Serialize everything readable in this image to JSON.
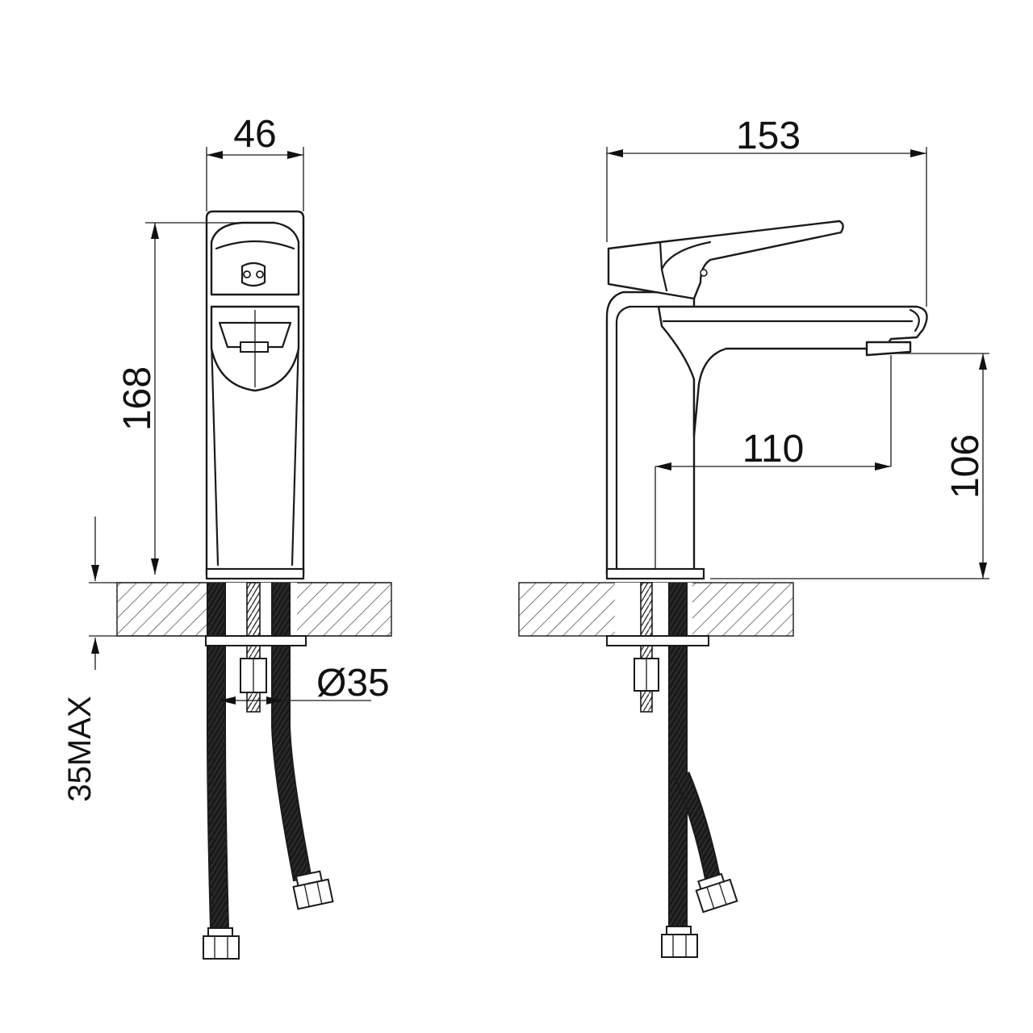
{
  "colors": {
    "line": "#1a1a1a",
    "background": "#ffffff"
  },
  "front_view": {
    "width_dim": "46",
    "height_dim": "168",
    "hole_dim": "Ø35",
    "thickness_dim": "35MAX"
  },
  "side_view": {
    "length_dim": "153",
    "reach_dim": "110",
    "spout_height_dim": "106"
  }
}
